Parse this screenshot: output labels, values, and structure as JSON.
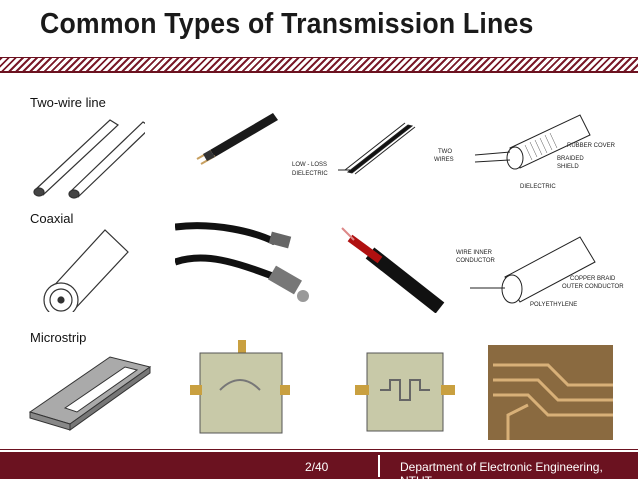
{
  "slide": {
    "title": "Common Types of Transmission Lines",
    "sections": [
      {
        "label": "Two-wire line"
      },
      {
        "label": "Coaxial"
      },
      {
        "label": "Microstrip"
      }
    ],
    "diagram_labels": {
      "low_loss": "LOW - LOSS",
      "dielectric_a": "DIELECTRIC",
      "two_wires_1": "TWO",
      "two_wires_2": "WIRES",
      "rubber_cover": "RUBBER COVER",
      "braided_1": "BRAIDED",
      "braided_2": "SHIELD",
      "dielectric_b": "DIELECTRIC",
      "wire_inner_1": "WIRE INNER",
      "wire_inner_2": "CONDUCTOR",
      "copper_1": "COPPER BRAID",
      "copper_2": "OUTER CONDUCTOR",
      "polyethylene": "POLYETHYLENE"
    },
    "footer": {
      "page": "2/40",
      "department": "Department of Electronic Engineering, NTUT"
    }
  }
}
